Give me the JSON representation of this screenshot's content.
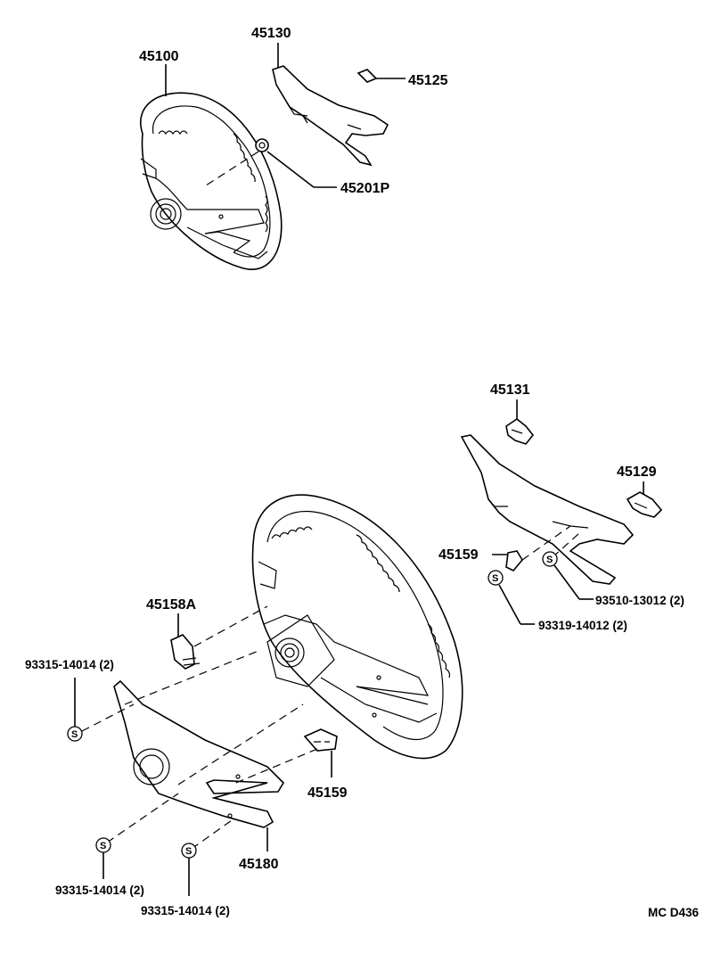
{
  "labels": {
    "p45100": "45100",
    "p45130": "45130",
    "p45125": "45125",
    "p45201P": "45201P",
    "p45131": "45131",
    "p45129": "45129",
    "p45159_right": "45159",
    "p93510": "93510-13012 (2)",
    "p93319": "93319-14012 (2)",
    "p45158A": "45158A",
    "p93315_left": "93315-14014 (2)",
    "p45159_bottom": "45159",
    "p45180": "45180",
    "p93315_bottom1": "93315-14014 (2)",
    "p93315_bottom2": "93315-14014 (2)",
    "diagram_code": "MC D436"
  },
  "symbols": {
    "standard_part": "S"
  }
}
